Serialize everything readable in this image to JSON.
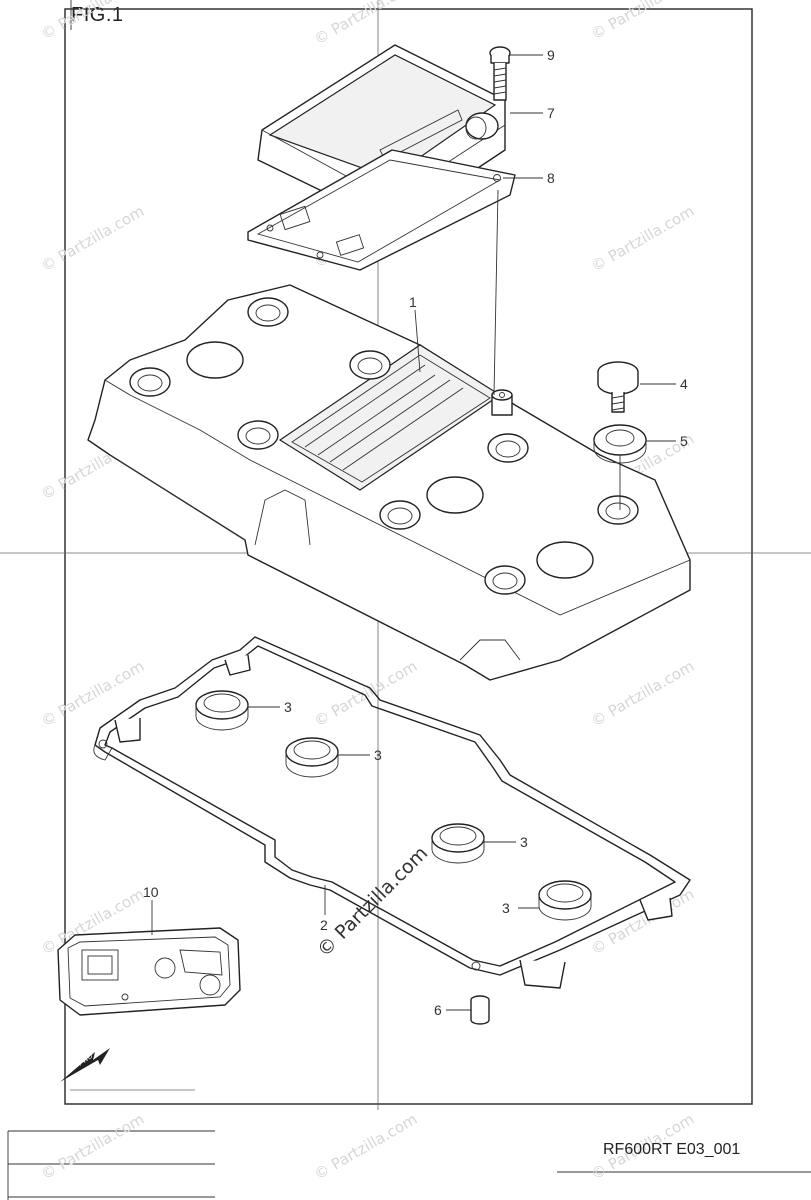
{
  "figure": {
    "title": "FIG.1",
    "part_code": "RF600RT E03_001"
  },
  "watermark": {
    "text": "© Partzilla.com"
  },
  "callouts": [
    {
      "id": "callout-9",
      "label": "9"
    },
    {
      "id": "callout-7",
      "label": "7"
    },
    {
      "id": "callout-8",
      "label": "8"
    },
    {
      "id": "callout-1",
      "label": "1"
    },
    {
      "id": "callout-4",
      "label": "4"
    },
    {
      "id": "callout-5",
      "label": "5"
    },
    {
      "id": "callout-3a",
      "label": "3"
    },
    {
      "id": "callout-3b",
      "label": "3"
    },
    {
      "id": "callout-3c",
      "label": "3"
    },
    {
      "id": "callout-3d",
      "label": "3"
    },
    {
      "id": "callout-10",
      "label": "10"
    },
    {
      "id": "callout-2",
      "label": "2"
    },
    {
      "id": "callout-6",
      "label": "6"
    }
  ],
  "fwd_badge": "FWD",
  "colors": {
    "line": "#222222",
    "watermark": "#d6d6d6",
    "background": "#ffffff"
  }
}
